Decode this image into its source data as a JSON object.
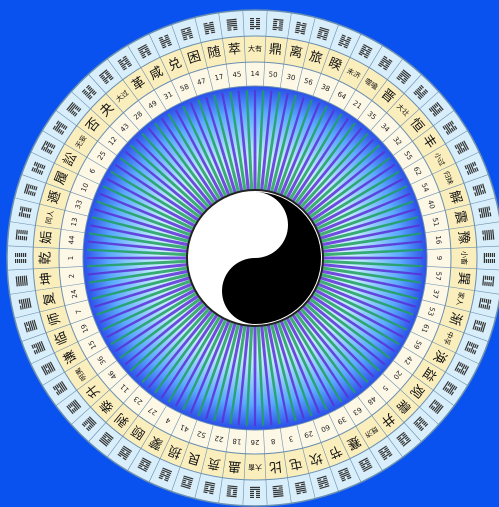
{
  "colors": {
    "background": "#0a52f0",
    "outer_ring": "#d8eefa",
    "name_ring": "#fbeebd",
    "number_ring": "#fdf8e6",
    "ring_stroke": "#6a8fb0",
    "ray_outer": "#5a2fd6",
    "ray_mid": "#1fa05a",
    "glow_inner": "#ffffff",
    "glow_mid": "#a8e4ff",
    "glow_outer": "#1a4fe0"
  },
  "hexagram_names": [
    "乾",
    "姤",
    "同人",
    "遯",
    "履",
    "訟",
    "无妄",
    "否",
    "夬",
    "大过",
    "革",
    "咸",
    "兑",
    "困",
    "随",
    "萃",
    "大有",
    "鼎",
    "离",
    "旅",
    "睽",
    "未济",
    "噬嗑",
    "晋",
    "大壮",
    "恒",
    "丰",
    "小过",
    "归妹",
    "解",
    "震",
    "豫",
    "小畜",
    "巽",
    "家人",
    "渐",
    "中孚",
    "涣",
    "益",
    "观",
    "需",
    "井",
    "既济",
    "蹇",
    "节",
    "坎",
    "屯",
    "比",
    "大畜",
    "蛊",
    "贲",
    "艮",
    "损",
    "蒙",
    "颐",
    "剥",
    "泰",
    "升",
    "明夷",
    "谦",
    "临",
    "师",
    "复",
    "坤"
  ],
  "hexagram_numbers": [
    "1",
    "44",
    "13",
    "33",
    "10",
    "6",
    "25",
    "12",
    "43",
    "28",
    "49",
    "31",
    "58",
    "47",
    "17",
    "45",
    "14",
    "50",
    "30",
    "56",
    "38",
    "64",
    "21",
    "35",
    "34",
    "32",
    "55",
    "62",
    "54",
    "40",
    "51",
    "16",
    "9",
    "57",
    "37",
    "53",
    "61",
    "59",
    "42",
    "20",
    "5",
    "48",
    "63",
    "39",
    "60",
    "29",
    "3",
    "8",
    "26",
    "18",
    "22",
    "52",
    "41",
    "4",
    "27",
    "23",
    "11",
    "46",
    "36",
    "15",
    "19",
    "7",
    "24",
    "2"
  ],
  "symbols": {
    "yin_yang": "yin-yang"
  }
}
